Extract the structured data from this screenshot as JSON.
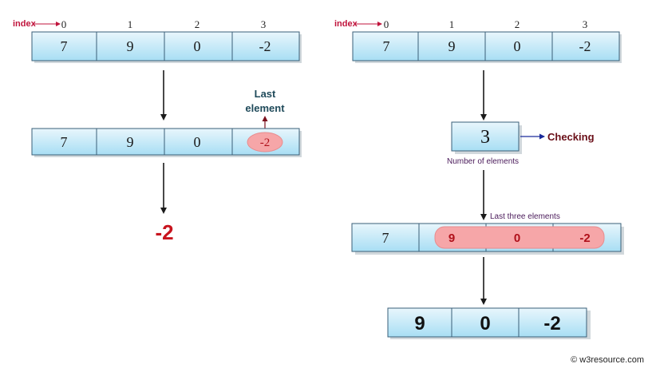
{
  "index_label": "index",
  "indices": [
    "0",
    "1",
    "2",
    "3"
  ],
  "left": {
    "array_top": [
      "7",
      "9",
      "0",
      "-2"
    ],
    "array_middle": [
      "7",
      "9",
      "0",
      "-2"
    ],
    "last_label_line1": "Last",
    "last_label_line2": "element",
    "result": "-2"
  },
  "right": {
    "array_top": [
      "7",
      "9",
      "0",
      "-2"
    ],
    "count_value": "3",
    "checking_label": "Checking",
    "count_caption": "Number of elements",
    "last_three_caption": "Last three elements",
    "array_middle": [
      "7",
      "9",
      "0",
      "-2"
    ],
    "output": [
      "9",
      "0",
      "-2"
    ]
  },
  "colors": {
    "cell_top": "#e8f6fc",
    "cell_bottom": "#a8def4",
    "highlight": "#f6a6a8",
    "result_red": "#c8141e"
  },
  "copyright": "© w3resource.com"
}
